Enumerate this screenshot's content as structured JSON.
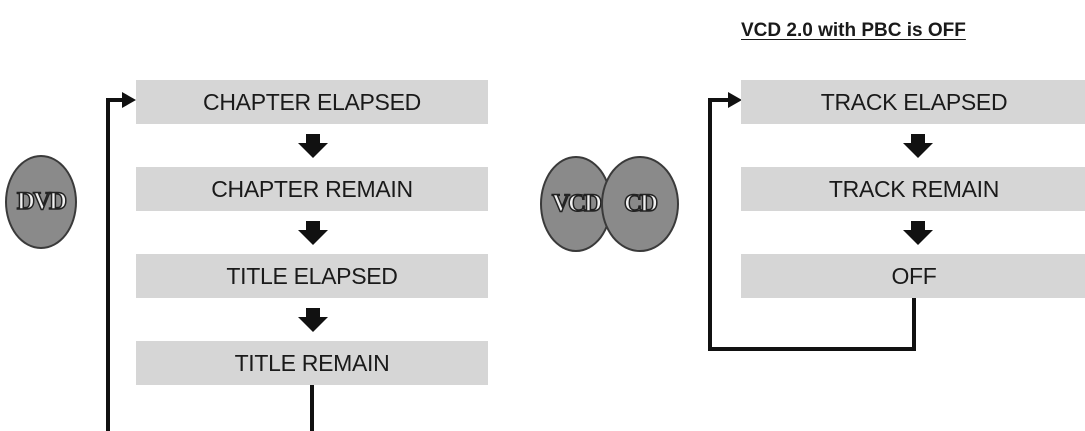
{
  "heading": "VCD 2.0 with PBC is OFF",
  "discs": {
    "dvd": "DVD",
    "vcd": "VCD",
    "cd": "CD"
  },
  "dvd_sequence": [
    "CHAPTER ELAPSED",
    "CHAPTER REMAIN",
    "TITLE ELAPSED",
    "TITLE REMAIN"
  ],
  "vcd_sequence": [
    "TRACK ELAPSED",
    "TRACK REMAIN",
    "OFF"
  ],
  "colors": {
    "box_fill": "#d6d6d6",
    "disc_fill": "#8a8a8a",
    "line": "#111111"
  }
}
